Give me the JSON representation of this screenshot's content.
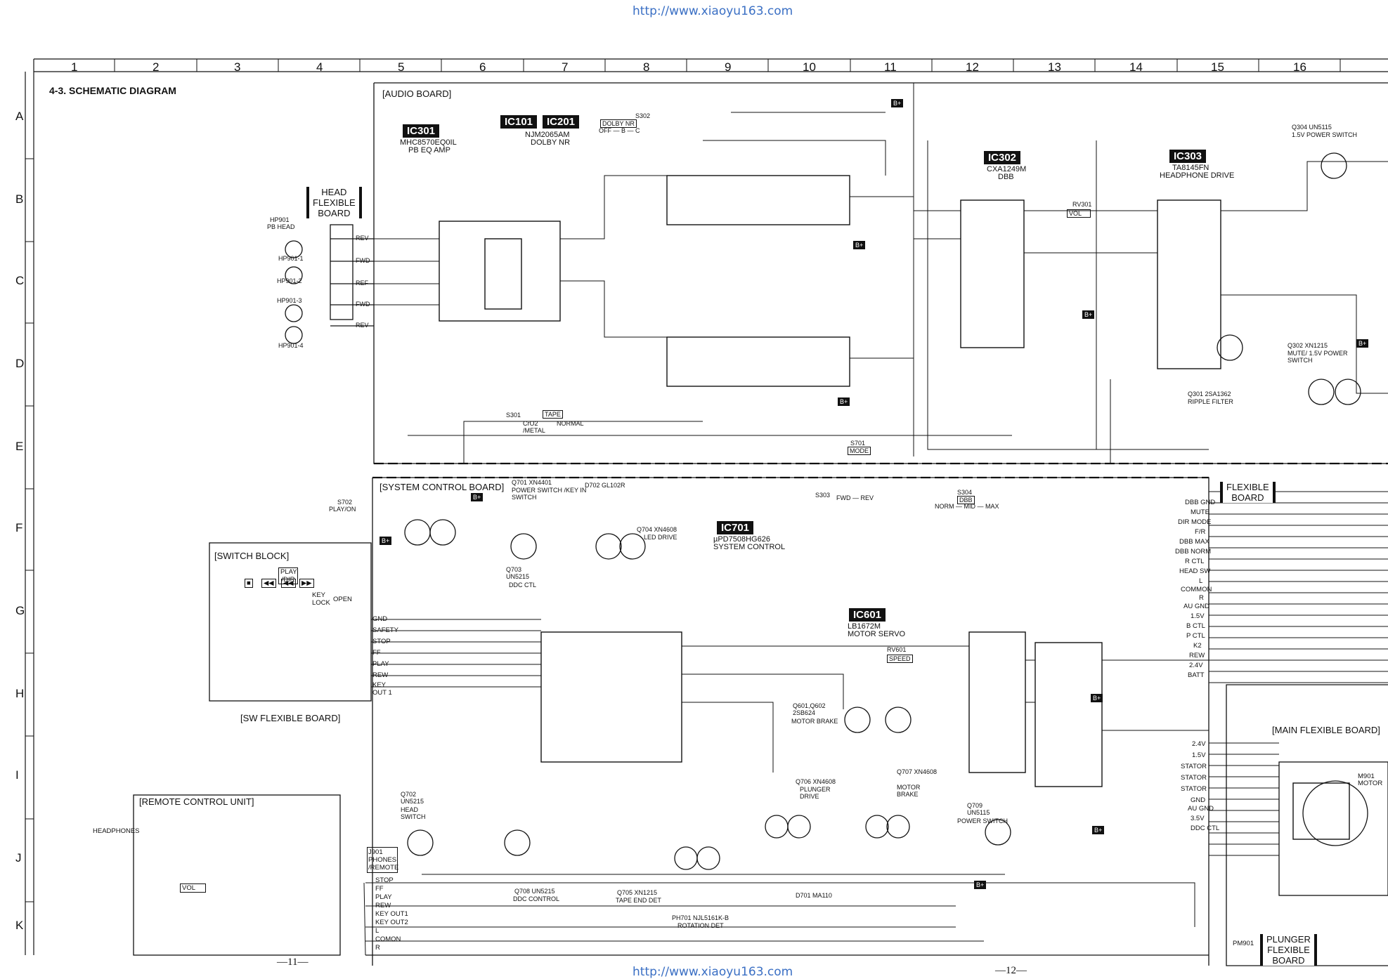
{
  "header_url": "http://www.xiaoyu163.com",
  "footer_url": "http://www.xiaoyu163.com",
  "section_title": "4-3.  SCHEMATIC DIAGRAM",
  "grid": {
    "columns": [
      "1",
      "2",
      "3",
      "4",
      "5",
      "6",
      "7",
      "8",
      "9",
      "10",
      "11",
      "12",
      "13",
      "14",
      "15",
      "16"
    ],
    "rows": [
      "A",
      "B",
      "C",
      "D",
      "E",
      "F",
      "G",
      "H",
      "I",
      "J",
      "K"
    ]
  },
  "boards": {
    "audio": "[AUDIO BOARD]",
    "system_control": "[SYSTEM CONTROL BOARD]",
    "switch_block": "[SWITCH BLOCK]",
    "sw_flexible": "[SW FLEXIBLE BOARD]",
    "remote_control": "[REMOTE CONTROL UNIT]",
    "main_flexible": "[MAIN FLEXIBLE BOARD]",
    "head_flexible": [
      "HEAD",
      "FLEXIBLE",
      "BOARD"
    ],
    "flexible": [
      "FLEXIBLE",
      "BOARD"
    ],
    "plunger_flexible": [
      "PLUNGER",
      "FLEXIBLE",
      "BOARD"
    ]
  },
  "ics": [
    {
      "ref": "IC301",
      "part": "MHC8570EQ0IL",
      "desc": "PB EQ AMP"
    },
    {
      "ref": "IC101",
      "ref2": "IC201",
      "part": "NJM2065AM",
      "desc": "DOLBY NR"
    },
    {
      "ref": "IC302",
      "part": "CXA1249M",
      "desc": "DBB"
    },
    {
      "ref": "IC303",
      "part": "TA8145FN",
      "desc": "HEADPHONE DRIVE"
    },
    {
      "ref": "IC701",
      "part": "µPD7508HG626",
      "desc": "SYSTEM CONTROL"
    },
    {
      "ref": "IC601",
      "part": "LB1672M",
      "desc": "MOTOR SERVO"
    }
  ],
  "transistors": [
    {
      "ref": "Q304 UN5115",
      "desc": "1.5V POWER SWITCH"
    },
    {
      "ref": "Q302 XN1215",
      "desc": "MUTE/ 1.5V POWER SWITCH"
    },
    {
      "ref": "Q301 2SA1362",
      "desc": "RIPPLE FILTER"
    },
    {
      "ref": "Q701 XN4401",
      "desc": "POWER SWITCH /KEY IN SWITCH"
    },
    {
      "ref": "Q704 XN4608",
      "desc": "LED DRIVE"
    },
    {
      "ref": "Q703 UN5215",
      "desc": "DDC CTL"
    },
    {
      "ref": "Q601,Q602 2SB624",
      "desc": "MOTOR BRAKE"
    },
    {
      "ref": "Q707 XN4608",
      "desc": "MOTOR BRAKE"
    },
    {
      "ref": "Q709 UN5115",
      "desc": "POWER SWITCH"
    },
    {
      "ref": "Q706 XN4608",
      "desc": "PLUNGER DRIVE"
    },
    {
      "ref": "Q702 UN5215",
      "desc": "HEAD SWITCH"
    },
    {
      "ref": "Q708 UN5215",
      "desc": "DDC CONTROL"
    },
    {
      "ref": "Q705 XN1215",
      "desc": "TAPE END DET"
    },
    {
      "ref": "PH701 NJL5161K-B",
      "desc": "ROTATION DET"
    },
    {
      "ref": "D701 MA110",
      "desc": ""
    },
    {
      "ref": "D702 GL102R",
      "desc": ""
    }
  ],
  "heads": [
    "HP901",
    "PB HEAD",
    "HP901-1",
    "HP901-2",
    "HP901-3",
    "HP901-4"
  ],
  "head_signals": [
    "REV",
    "FWD",
    "REF",
    "FWD",
    "REV"
  ],
  "switches": [
    "S302",
    "DOLBY NR",
    "OFF — B — C",
    "S301",
    "TAPE",
    "CrO2 /METAL",
    "NORMAL",
    "S701",
    "MODE",
    "S702",
    "PLAY/ON",
    "S303",
    "FWD — REV",
    "S304",
    "DBB",
    "NORM — MID — MAX",
    "RV301",
    "VOL",
    "RV601",
    "SPEED"
  ],
  "flex_signals_right": [
    "DBB GND",
    "MUTE",
    "DIR MODE",
    "F/R",
    "DBB MAX",
    "DBB NORM",
    "R CTL",
    "HEAD SW",
    "L",
    "COMMON",
    "R",
    "AU GND",
    "1.5V",
    "B CTL",
    "P CTL",
    "K2",
    "REW",
    "2.4V",
    "BATT",
    "2.4V",
    "1.5V",
    "STATOR",
    "STATOR",
    "STATOR",
    "GND",
    "AU GND",
    "3.5V",
    "DDC CTL"
  ],
  "switch_block_signals": [
    "GND",
    "SAFETY",
    "STOP",
    "FF",
    "PLAY",
    "REW",
    "KEY OUT 1"
  ],
  "switch_block_keys": [
    "■",
    "◀◀",
    "◀◀",
    "PLAY /DIR",
    "▶▶",
    "KEY LOCK",
    "OPEN"
  ],
  "j901_pins": [
    "STOP",
    "FF",
    "PLAY",
    "REW",
    "KEY OUT1",
    "KEY OUT2",
    "L",
    "COMON",
    "R"
  ],
  "j901_label": "J901 PHONES /REMOTE",
  "remote": [
    "HEADPHONES",
    "VOL"
  ],
  "motor": [
    "M901",
    "MOTOR"
  ],
  "plunger": "PM901",
  "power_tag": "B+",
  "page_numbers": [
    "—11—",
    "—12—"
  ],
  "icon_names": [
    "resistor-symbol",
    "capacitor-symbol",
    "transistor-symbol",
    "connector-symbol",
    "ground-symbol"
  ],
  "colors": {
    "ink": "#111111",
    "paper": "#ffffff",
    "url": "#3a6fc4"
  }
}
